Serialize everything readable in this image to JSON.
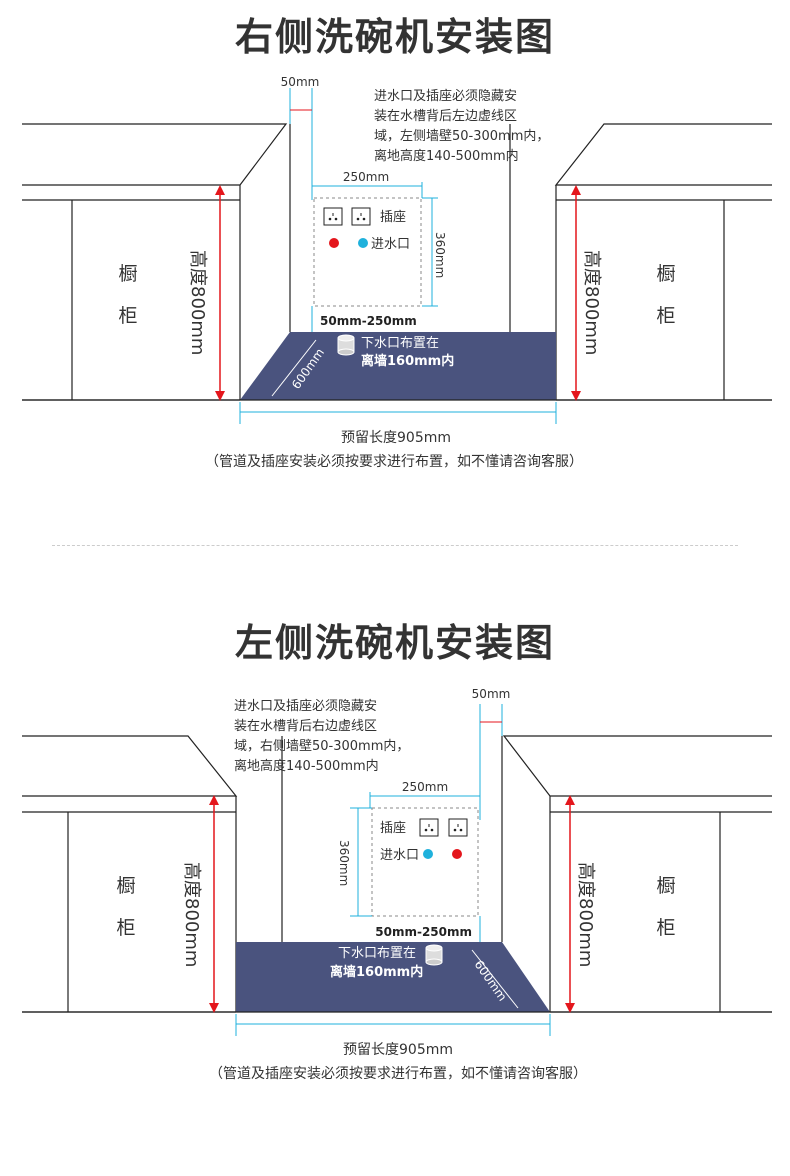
{
  "colors": {
    "floor": "#4a537e",
    "line": "#222222",
    "arrow": "#e4161c",
    "dim": "#1fb1dc",
    "dashed": "#888888",
    "red_dot": "#e4161c",
    "blue_dot": "#1fb1dc",
    "text": "#333333"
  },
  "icons": {
    "socket": "socket-icon",
    "drain": "drain-pipe-icon"
  },
  "diagrams": [
    {
      "title": "右侧洗碗机安装图",
      "note_lines": [
        "进水口及插座必须隐藏安",
        "装在水槽背后左边虚线区",
        "域，左侧墙壁50-300mm内，",
        "离地高度140-500mm内"
      ],
      "wall_gap": "50mm",
      "width_dim": "250mm",
      "height_dim": "360mm",
      "socket_label": "插座",
      "inlet_label": "进水口",
      "side_dim": "50mm-250mm",
      "depth_dim": "600mm",
      "drain_lines": [
        "下水口布置在",
        "离墙160mm内"
      ],
      "cabinet_left": [
        "橱",
        "柜"
      ],
      "cabinet_right": [
        "橱",
        "柜"
      ],
      "height_label": "高度800mm",
      "length_label": "预留长度905mm",
      "footnote": "（管道及插座安装必须按要求进行布置，如不懂请咨询客服）"
    },
    {
      "title": "左侧洗碗机安装图",
      "note_lines": [
        "进水口及插座必须隐藏安",
        "装在水槽背后右边虚线区",
        "域，右侧墙壁50-300mm内，",
        "离地高度140-500mm内"
      ],
      "wall_gap": "50mm",
      "width_dim": "250mm",
      "height_dim": "360mm",
      "socket_label": "插座",
      "inlet_label": "进水口",
      "side_dim": "50mm-250mm",
      "depth_dim": "600mm",
      "drain_lines": [
        "下水口布置在",
        "离墙160mm内"
      ],
      "cabinet_left": [
        "橱",
        "柜"
      ],
      "cabinet_right": [
        "橱",
        "柜"
      ],
      "height_label": "高度800mm",
      "length_label": "预留长度905mm",
      "footnote": "（管道及插座安装必须按要求进行布置，如不懂请咨询客服）"
    }
  ]
}
